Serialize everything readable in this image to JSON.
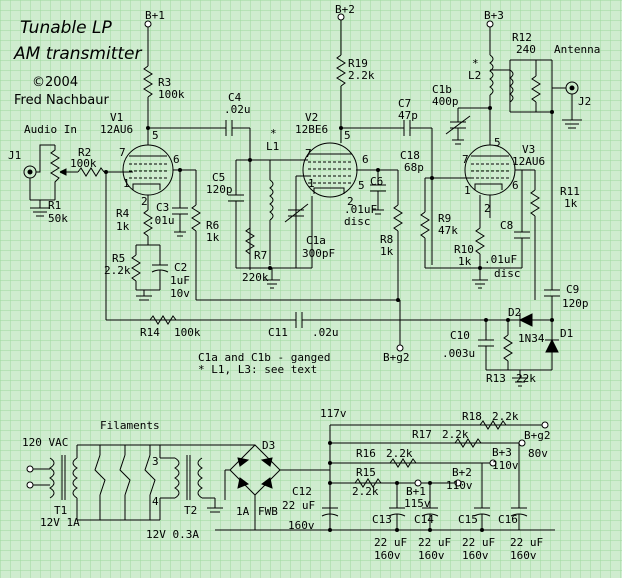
{
  "title": {
    "line1": "Tunable LP",
    "line2": "AM transmitter"
  },
  "author": {
    "copyright": "©2004",
    "name": "Fred Nachbaur"
  },
  "supplies": {
    "b1": "B+1",
    "b2": "B+2",
    "b3": "B+3",
    "bg2": "B+g2"
  },
  "tubes": {
    "v1": {
      "name": "V1",
      "type": "12AU6"
    },
    "v2": {
      "name": "V2",
      "type": "12BE6"
    },
    "v3": {
      "name": "V3",
      "type": "12AU6"
    }
  },
  "pins": [
    "5",
    "7",
    "6",
    "1",
    "2",
    "5",
    "7",
    "6",
    "1",
    "2",
    "5",
    "7",
    "6",
    "1",
    "2",
    "5"
  ],
  "audio_in": {
    "label": "Audio In",
    "jack": "J1"
  },
  "antenna": {
    "label": "Antenna",
    "jack": "J2"
  },
  "components": {
    "r1": [
      "R1",
      "50k"
    ],
    "r2": [
      "R2",
      "100k"
    ],
    "r3": [
      "R3",
      "100k"
    ],
    "r4": [
      "R4",
      "1k"
    ],
    "r5": [
      "R5",
      "2.2k"
    ],
    "r6": [
      "R6",
      "1k"
    ],
    "r7": [
      "R7",
      "220k"
    ],
    "r8": [
      "R8",
      "1k"
    ],
    "r9": [
      "R9",
      "47k"
    ],
    "r10": [
      "R10",
      "1k"
    ],
    "r11": [
      "R11",
      "1k"
    ],
    "r12": [
      "R12",
      "240"
    ],
    "r13": [
      "R13",
      "22k"
    ],
    "r14": [
      "R14",
      "100k"
    ],
    "r15": [
      "R15",
      "2.2k"
    ],
    "r16": [
      "R16",
      "2.2k"
    ],
    "r17": [
      "R17",
      "2.2k"
    ],
    "r18": [
      "R18",
      "2.2k"
    ],
    "r19": [
      "R19",
      "2.2k"
    ],
    "c2": [
      "C2",
      "1uF",
      "10v"
    ],
    "c3": [
      "C3",
      ".01u"
    ],
    "c4": [
      "C4",
      ".02u"
    ],
    "c5": [
      "C5",
      "120p"
    ],
    "c6": [
      ".01uF",
      "disc"
    ],
    "c7": [
      "C7",
      "47p"
    ],
    "c8": [
      "C8",
      ".01uF",
      "disc"
    ],
    "c9": [
      "C9",
      "120p"
    ],
    "c10": [
      "C10",
      ".003u"
    ],
    "c11": [
      "C11",
      ".02u"
    ],
    "c12": [
      "C12",
      "22 uF",
      "160v"
    ],
    "c13": [
      "C13",
      "22 uF",
      "160v"
    ],
    "c14": [
      "C14",
      "22 uF",
      "160v"
    ],
    "c15": [
      "C15",
      "22 uF",
      "160v"
    ],
    "c16": [
      "C16",
      "22 uF",
      "160v"
    ],
    "c18": [
      "C18",
      "68p"
    ],
    "c1a": [
      "C1a",
      "300pF"
    ],
    "c1b": [
      "C1b",
      "400p"
    ],
    "l1": [
      "*",
      "L1"
    ],
    "l2": [
      "*",
      "L2"
    ],
    "d1": "D1",
    "d2": "D2",
    "d2type": "1N34",
    "d3": "D3",
    "c6name": "C6"
  },
  "notes": [
    "C1a and C1b - ganged",
    "* L1, L3: see text"
  ],
  "power": {
    "mains": "120 VAC",
    "filaments": "Filaments",
    "t1": "T1",
    "t1rating": "12V 1A",
    "t2": "T2",
    "t2rating": "12V 0.3A",
    "fuse": "1A",
    "bridge": "FWB",
    "v117": "117v",
    "v115": "115v",
    "v110a": "110v",
    "v110b": "110v",
    "v80": "80v",
    "t2pin3": "3",
    "t2pin4": "4"
  }
}
